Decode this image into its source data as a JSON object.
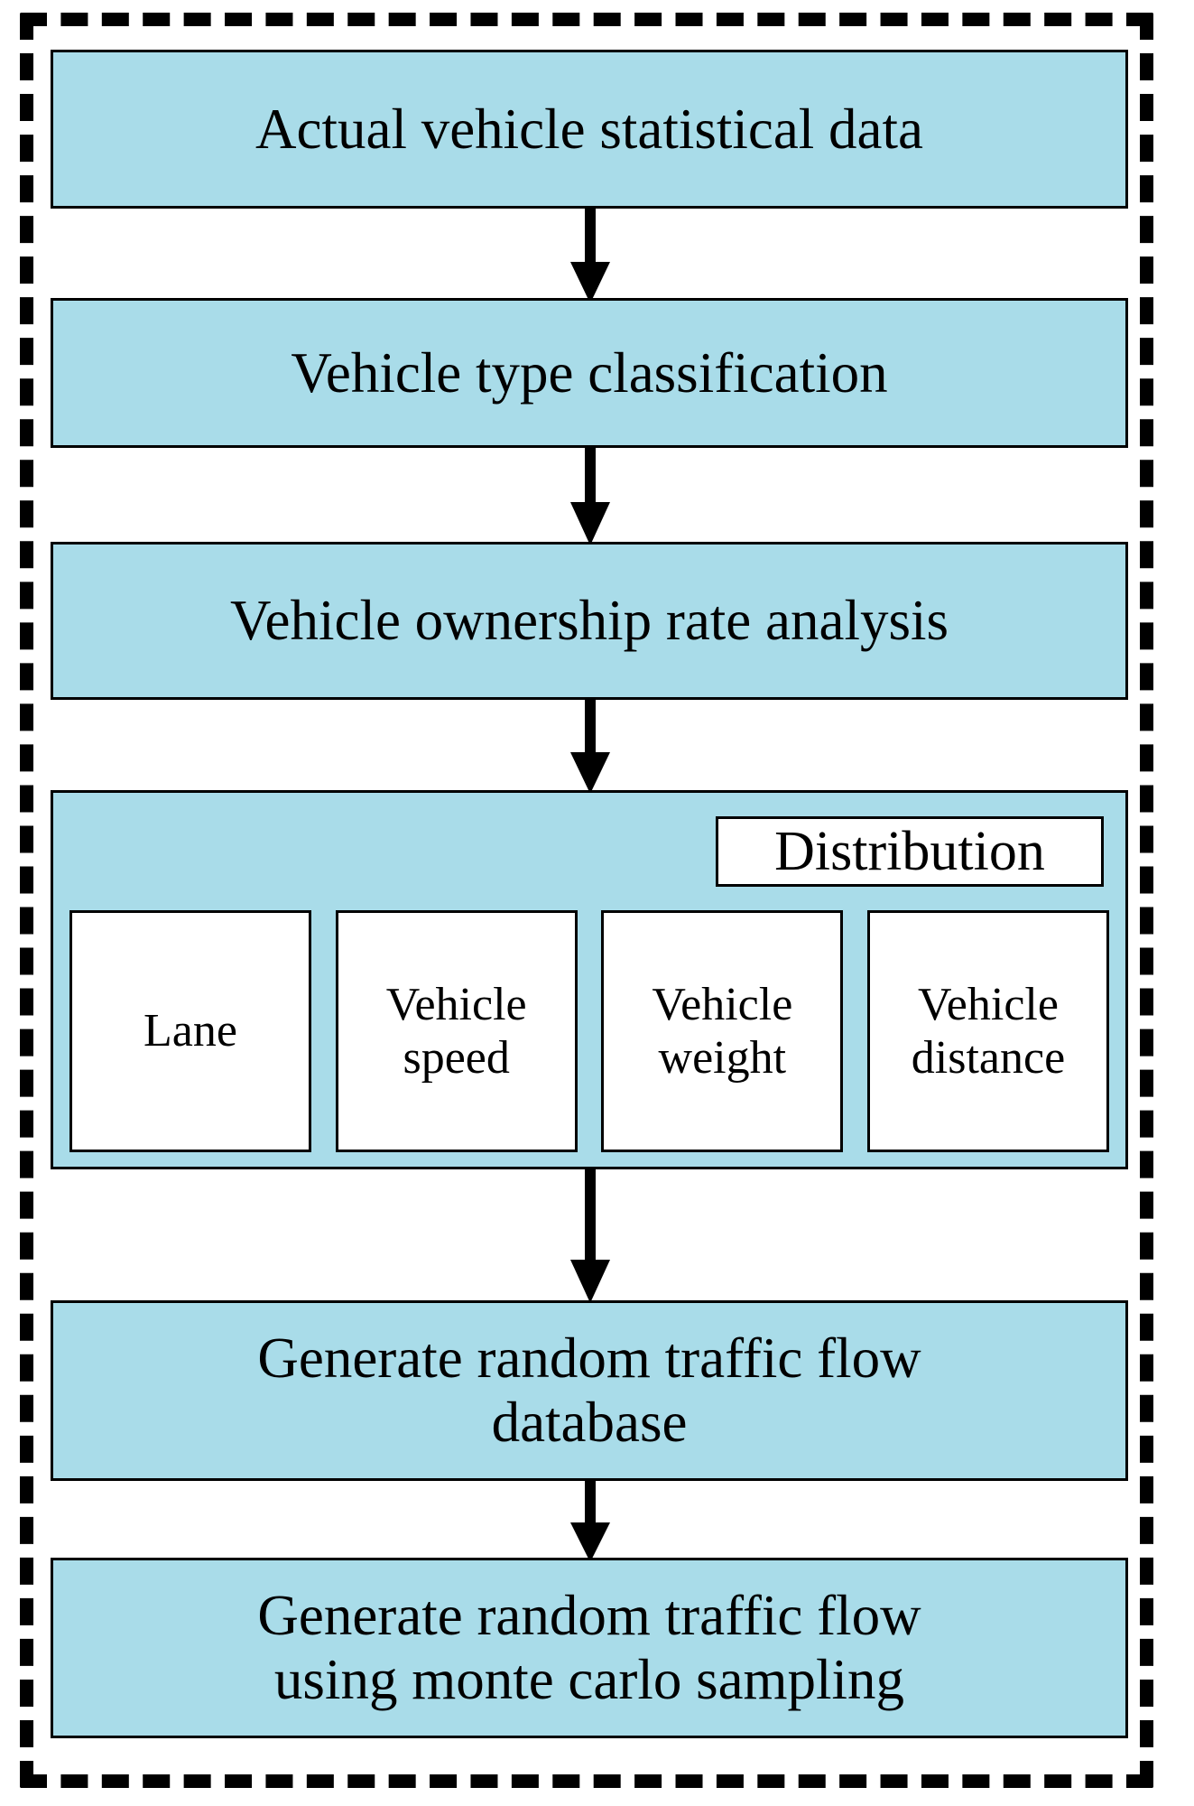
{
  "diagram": {
    "type": "flowchart",
    "orientation": "vertical",
    "colors": {
      "node_fill": "#a9dce9",
      "node_stroke": "#000000",
      "subbox_fill": "#ffffff",
      "frame_stroke": "#000000",
      "text": "#000000"
    },
    "frame": {
      "style": "dashed"
    },
    "nodes": [
      {
        "id": "actual-data",
        "label": "Actual vehicle statistical data"
      },
      {
        "id": "vehicle-type",
        "label": "Vehicle type classification"
      },
      {
        "id": "ownership-rate",
        "label": "Vehicle ownership rate analysis"
      },
      {
        "id": "generate-db",
        "label": "Generate random traffic flow\ndatabase"
      },
      {
        "id": "monte-carlo",
        "label": "Generate random traffic flow\nusing monte carlo sampling"
      }
    ],
    "distribution_panel": {
      "title": "Distribution",
      "items": [
        {
          "id": "lane",
          "label": "Lane"
        },
        {
          "id": "vehicle-speed",
          "label": "Vehicle\nspeed"
        },
        {
          "id": "vehicle-weight",
          "label": "Vehicle\nweight"
        },
        {
          "id": "vehicle-distance",
          "label": "Vehicle\ndistance"
        }
      ]
    },
    "edges": [
      {
        "from": "actual-data",
        "to": "vehicle-type",
        "style": "solid-arrow-down"
      },
      {
        "from": "vehicle-type",
        "to": "ownership-rate",
        "style": "solid-arrow-down"
      },
      {
        "from": "ownership-rate",
        "to": "distribution-panel",
        "style": "solid-arrow-down"
      },
      {
        "from": "distribution-panel",
        "to": "generate-db",
        "style": "solid-arrow-down"
      },
      {
        "from": "generate-db",
        "to": "monte-carlo",
        "style": "solid-arrow-down"
      }
    ]
  }
}
